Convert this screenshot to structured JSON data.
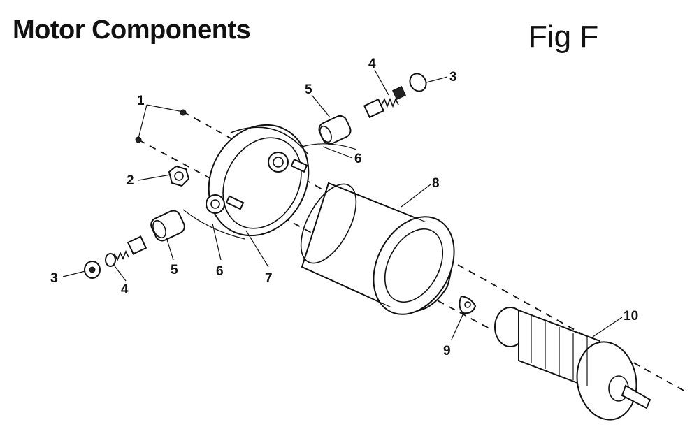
{
  "title": "Motor Components",
  "figure_label": "Fig F",
  "callouts": [
    {
      "id": "c1",
      "text": "1"
    },
    {
      "id": "c2",
      "text": "2"
    },
    {
      "id": "c3a",
      "text": "3"
    },
    {
      "id": "c3b",
      "text": "3"
    },
    {
      "id": "c4a",
      "text": "4"
    },
    {
      "id": "c4b",
      "text": "4"
    },
    {
      "id": "c5a",
      "text": "5"
    },
    {
      "id": "c5b",
      "text": "5"
    },
    {
      "id": "c6a",
      "text": "6"
    },
    {
      "id": "c6b",
      "text": "6"
    },
    {
      "id": "c7",
      "text": "7"
    },
    {
      "id": "c8",
      "text": "8"
    },
    {
      "id": "c9",
      "text": "9"
    },
    {
      "id": "c10",
      "text": "10"
    }
  ]
}
